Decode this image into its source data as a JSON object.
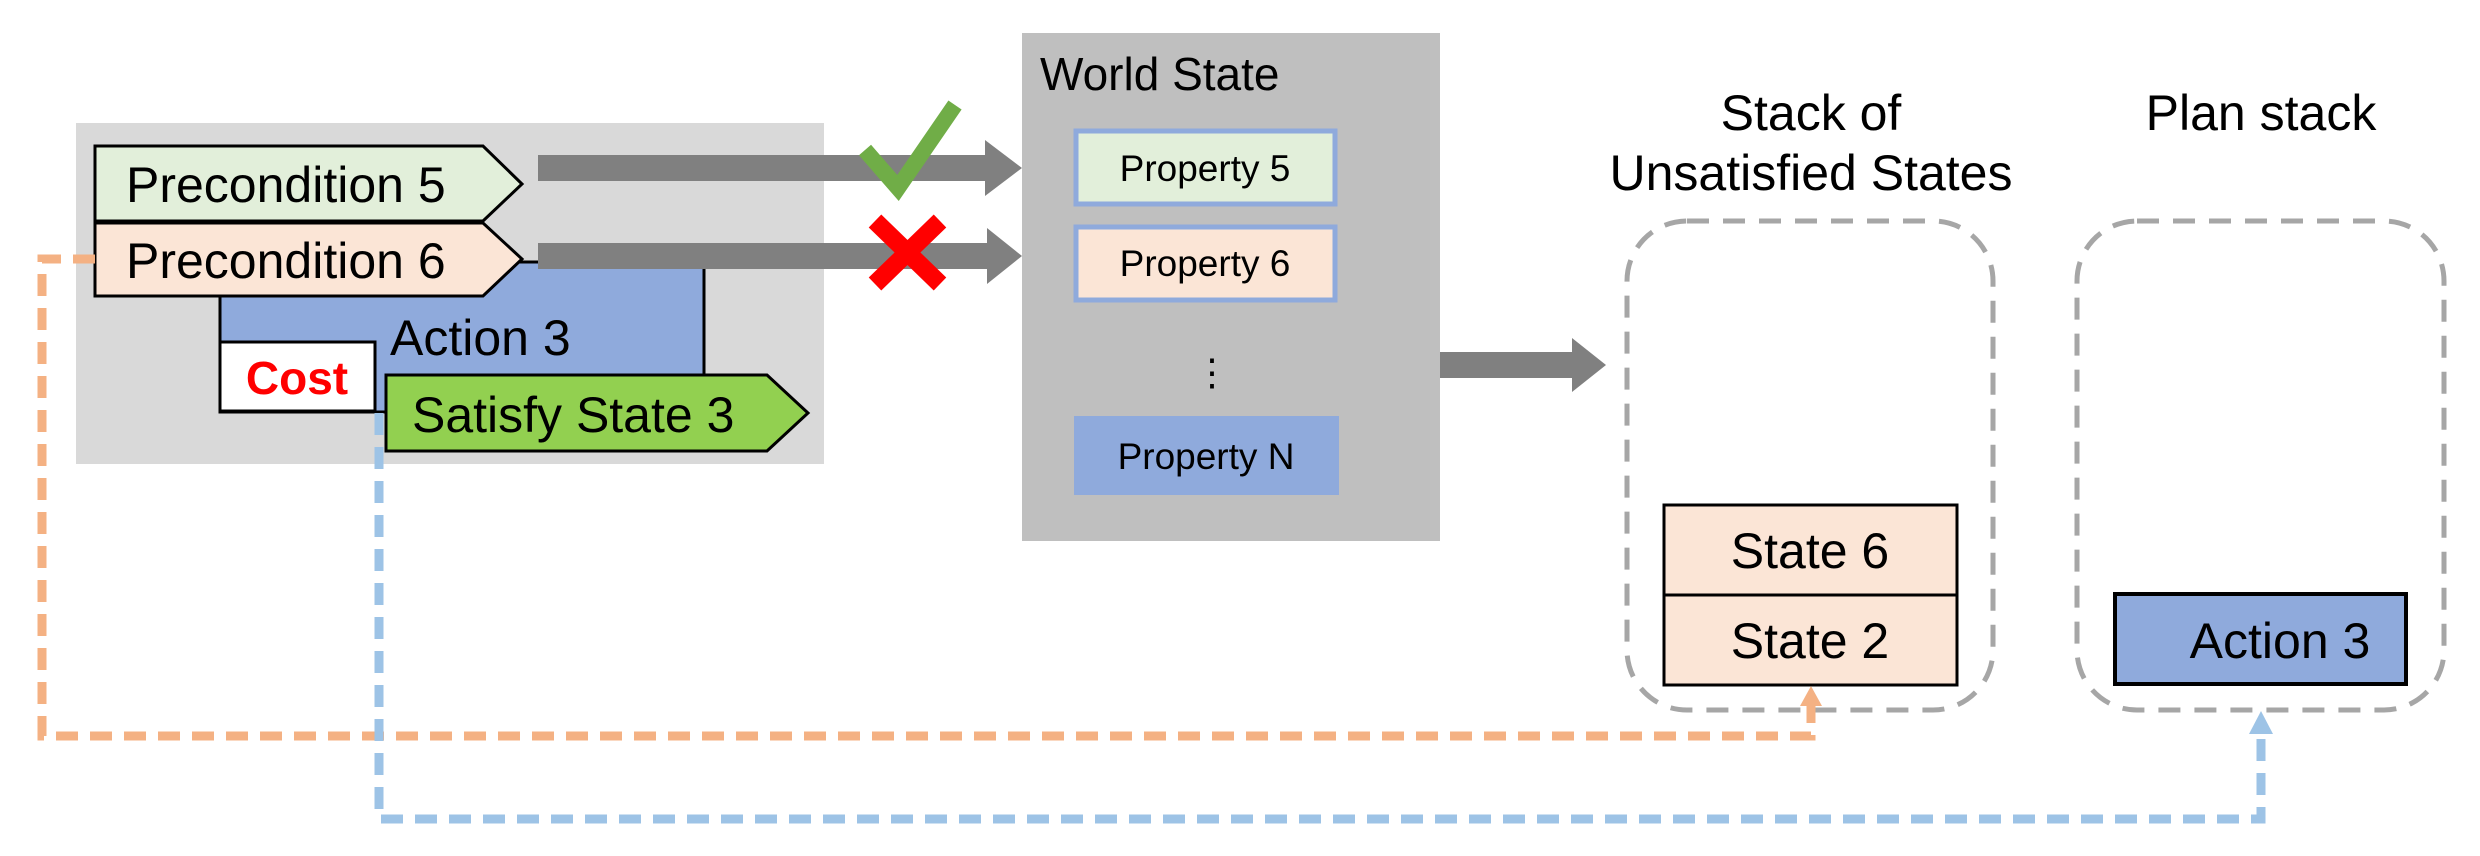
{
  "diagram": {
    "action_panel": {
      "preconditions": [
        {
          "label": "Precondition 5",
          "status": "satisfied",
          "color": "#E2EFDA"
        },
        {
          "label": "Precondition 6",
          "status": "unsatisfied",
          "color": "#FBE5D6"
        }
      ],
      "action_label": "Action 3",
      "action_color": "#8FAADC",
      "cost_label": "Cost",
      "cost_color": "#FF0000",
      "effect_label": "Satisfy State 3",
      "effect_color": "#92D050",
      "panel_color": "#D9D9D9"
    },
    "check_icon": {
      "name": "check-icon",
      "color": "#70AD47"
    },
    "cross_icon": {
      "name": "cross-icon",
      "color": "#FF0000"
    },
    "world_state": {
      "title": "World State",
      "color": "#BFBFBF",
      "properties": [
        {
          "label": "Property 5",
          "fill": "#E2EFDA",
          "border": "#8FAADC"
        },
        {
          "label": "Property 6",
          "fill": "#FBE5D6",
          "border": "#8FAADC"
        },
        {
          "label": "Property N",
          "fill": "#8FAADC",
          "border": "#8FAADC"
        }
      ],
      "ellipsis": "⋮"
    },
    "unsatisfied_stack": {
      "title_line1": "Stack of",
      "title_line2": "Unsatisfied States",
      "items": [
        {
          "label": "State 6",
          "fill": "#FBE5D6"
        },
        {
          "label": "State 2",
          "fill": "#FBE5D6"
        }
      ]
    },
    "plan_stack": {
      "title": "Plan stack",
      "items": [
        {
          "label": "Action 3",
          "fill": "#8FAADC"
        }
      ]
    },
    "connectors": {
      "arrow_color": "#808080",
      "orange_dashed": "#F4B183",
      "blue_dashed": "#9DC3E6",
      "stack_border": "#A6A6A6"
    }
  }
}
